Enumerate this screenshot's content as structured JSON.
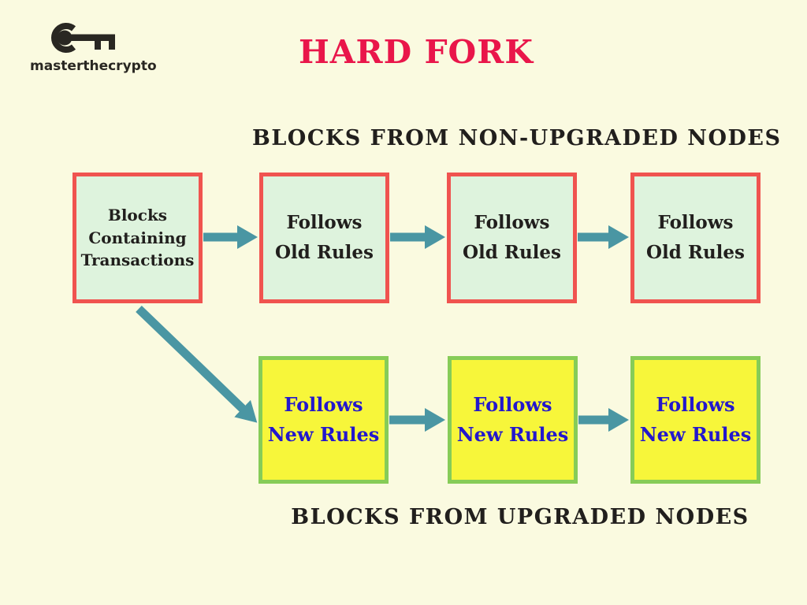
{
  "logo": {
    "name": "masterthecrypto",
    "icon": "key-icon"
  },
  "title": "HARD FORK",
  "colors": {
    "background": "#fafae0",
    "title_text": "#e9164a",
    "heading_text": "#211f1d",
    "old_block_fill": "#def3dd",
    "old_block_border": "#f0534f",
    "old_block_text": "#211f1d",
    "new_block_fill": "#f7f63a",
    "new_block_border": "#86cc58",
    "new_block_text": "#2317cd",
    "arrow": "#4a96a3",
    "logo_color": "#292722"
  },
  "diagram": {
    "source_block": {
      "line1": "Blocks",
      "line2": "Containing",
      "line3": "Transactions"
    },
    "old_chain": {
      "heading": "BLOCKS FROM NON-UPGRADED NODES",
      "blocks": [
        {
          "line1": "Follows",
          "line2": "Old Rules"
        },
        {
          "line1": "Follows",
          "line2": "Old Rules"
        },
        {
          "line1": "Follows",
          "line2": "Old Rules"
        }
      ]
    },
    "new_chain": {
      "heading": "BLOCKS FROM UPGRADED NODES",
      "blocks": [
        {
          "line1": "Follows",
          "line2": "New Rules"
        },
        {
          "line1": "Follows",
          "line2": "New Rules"
        },
        {
          "line1": "Follows",
          "line2": "New Rules"
        }
      ]
    }
  }
}
